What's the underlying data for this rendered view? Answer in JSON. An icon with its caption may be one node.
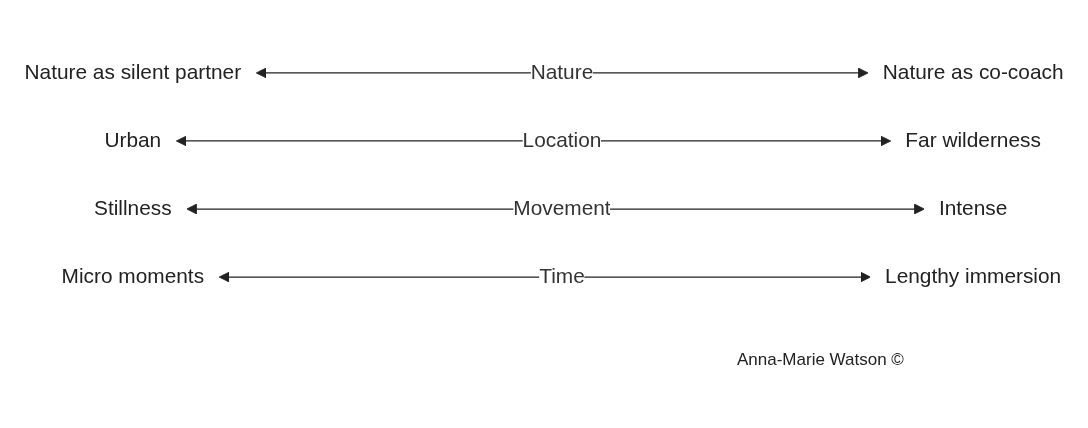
{
  "diagram": {
    "nodes": [
      {
        "text": [
          "Nature as silent partner"
        ]
      },
      {
        "text": [
          "Nature as co-coach"
        ]
      },
      {
        "text": [
          "Urban"
        ]
      },
      {
        "text": [
          "Far wilderness"
        ]
      },
      {
        "text": [
          "Stillness"
        ]
      },
      {
        "text": [
          "Intense"
        ]
      },
      {
        "text": [
          "Micro moments"
        ]
      },
      {
        "text": [
          "Lengthy immersion"
        ]
      }
    ],
    "edges": [
      {
        "from": 0,
        "to": 1,
        "arrow": "both",
        "label": "Nature"
      },
      {
        "from": 2,
        "to": 3,
        "arrow": "both",
        "label": "Location"
      },
      {
        "from": 4,
        "to": 5,
        "arrow": "both",
        "label": "Movement"
      },
      {
        "from": 6,
        "to": 7,
        "arrow": "both",
        "label": "Time"
      }
    ],
    "labels": [
      "Anna-Marie Watson ©"
    ]
  }
}
